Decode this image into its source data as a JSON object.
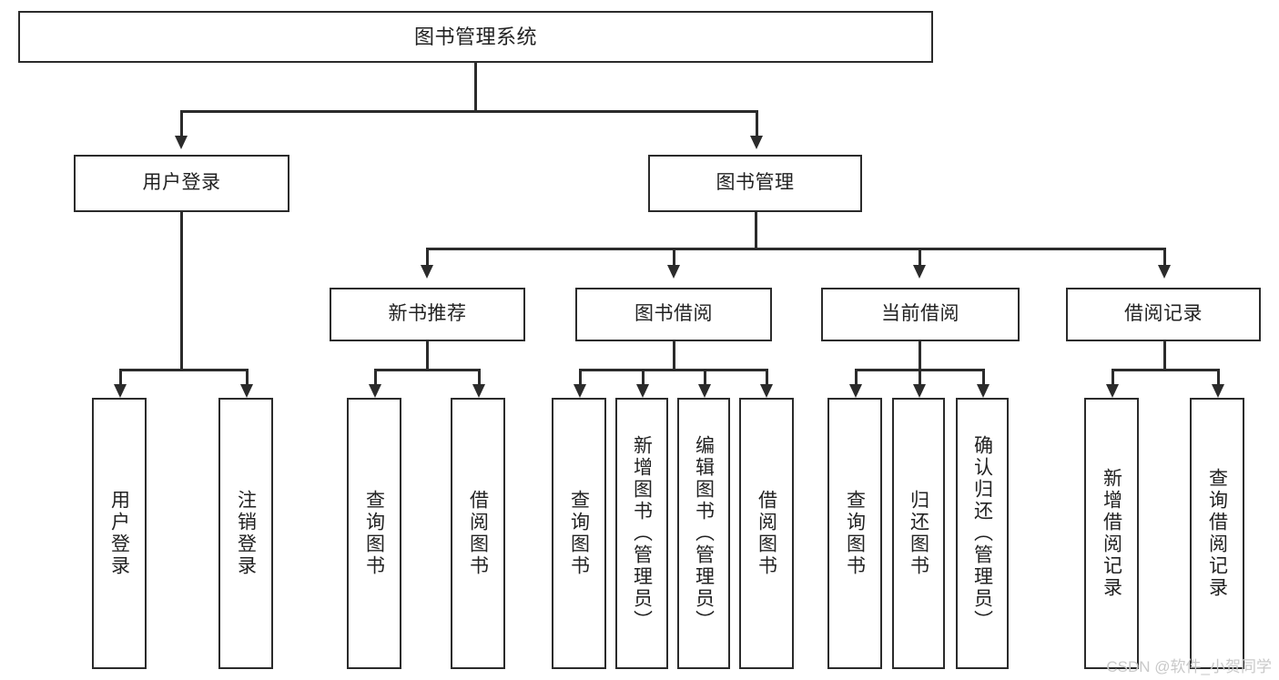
{
  "diagram": {
    "title": "图书管理系统",
    "type": "tree",
    "root": {
      "label": "图书管理系统"
    },
    "level2": [
      {
        "label": "用户登录"
      },
      {
        "label": "图书管理"
      }
    ],
    "level3": [
      {
        "label": "新书推荐"
      },
      {
        "label": "图书借阅"
      },
      {
        "label": "当前借阅"
      },
      {
        "label": "借阅记录"
      }
    ],
    "leaves": {
      "user_login": [
        {
          "label": "用户登录"
        },
        {
          "label": "注销登录"
        }
      ],
      "new_book_recommend": [
        {
          "label": "查询图书"
        },
        {
          "label": "借阅图书"
        }
      ],
      "book_borrow": [
        {
          "label": "查询图书"
        },
        {
          "label": "新增图书（管理员）"
        },
        {
          "label": "编辑图书（管理员）"
        },
        {
          "label": "借阅图书"
        }
      ],
      "current_borrow": [
        {
          "label": "查询图书"
        },
        {
          "label": "归还图书"
        },
        {
          "label": "确认归还（管理员）"
        }
      ],
      "borrow_record": [
        {
          "label": "新增借阅记录"
        },
        {
          "label": "查询借阅记录"
        }
      ]
    }
  },
  "watermark": {
    "text": "CSDN @软件_小贺同学"
  },
  "colors": {
    "stroke": "#2b2b2b",
    "fill": "#ffffff",
    "text": "#222222",
    "watermark": "#c9c9c9"
  }
}
